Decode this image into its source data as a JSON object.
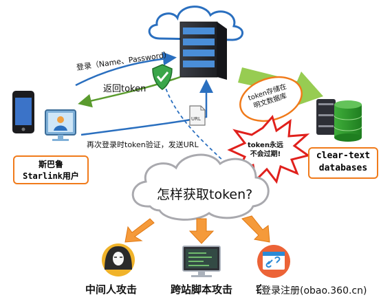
{
  "login_label": "登录（Name、Password）",
  "return_token_label": "返回token",
  "relogin_label": "再次登录时token验证，发送URL",
  "url_icon_text": "URL",
  "user_box": {
    "line1": "斯巴鲁",
    "line2": "Starlink用户"
  },
  "storage_note": "token存储在\n明文数据库",
  "burst_note": "token永远\n不会过期!",
  "db_label": {
    "line1": "clear-text",
    "line2": "databases"
  },
  "cloud_question": "怎样获取token?",
  "attacks": [
    "中间人攻击",
    "跨站脚本攻击",
    "窃"
  ],
  "watermark": "登录注册(obao.360.cn)",
  "colors": {
    "orange": "#f07a1a",
    "blue": "#2a6fbf",
    "green": "#5a9b2e",
    "red": "#e0201c"
  },
  "icons": [
    "server-icon",
    "cloud-icon",
    "shield-check-icon",
    "phone-icon",
    "monitor-user-icon",
    "document-url-icon",
    "database-icon",
    "hacker-icon",
    "code-monitor-icon",
    "link-window-icon"
  ]
}
